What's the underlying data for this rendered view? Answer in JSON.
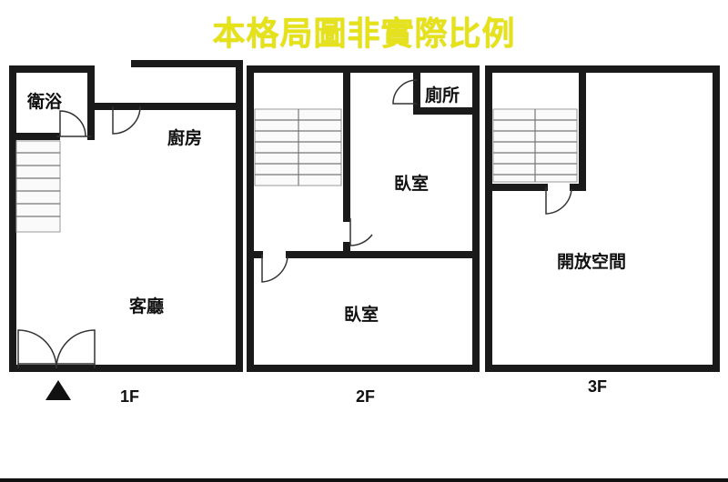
{
  "disclaimer": "本格局圖非實際比例",
  "floors": [
    {
      "id": "1F",
      "label": "1F",
      "rooms": [
        "衛浴",
        "廚房",
        "客廳"
      ]
    },
    {
      "id": "2F",
      "label": "2F",
      "rooms": [
        "廁所",
        "臥室",
        "臥室"
      ]
    },
    {
      "id": "3F",
      "label": "3F",
      "rooms": [
        "開放空間"
      ]
    }
  ],
  "labels": {
    "f1_bath": "衛浴",
    "f1_kitchen": "廚房",
    "f1_living": "客廳",
    "f2_toilet": "廁所",
    "f2_bedroom_upper": "臥室",
    "f2_bedroom_lower": "臥室",
    "f3_open": "開放空間",
    "f1": "1F",
    "f2": "2F",
    "f3": "3F"
  },
  "entrance_icon": "triangle-up-icon"
}
